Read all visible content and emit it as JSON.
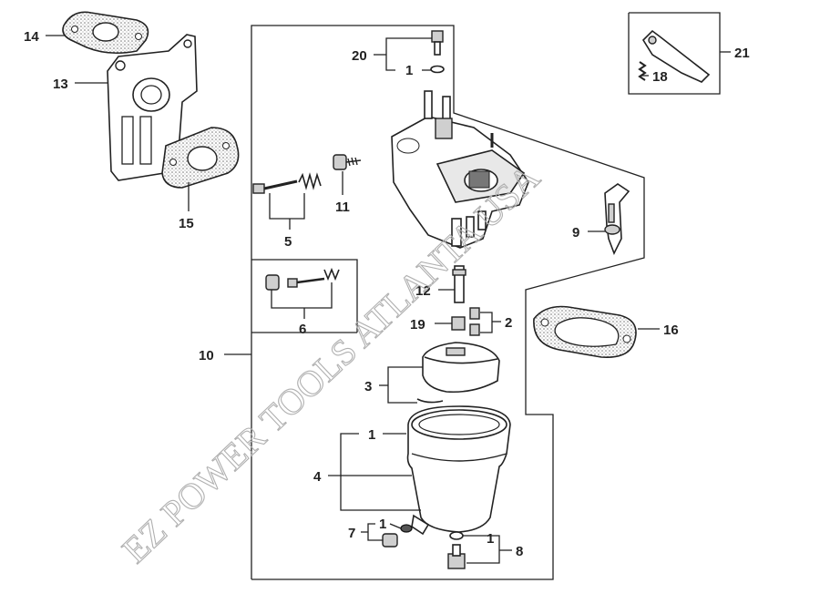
{
  "watermark": "EZ POWER TOOLS ATLANTA USA",
  "labels": {
    "p1a": "1",
    "p1b": "1",
    "p1c": "1",
    "p1d": "1",
    "p2": "2",
    "p3": "3",
    "p4": "4",
    "p5": "5",
    "p6": "6",
    "p7": "7",
    "p8": "8",
    "p9": "9",
    "p10": "10",
    "p11": "11",
    "p12": "12",
    "p13": "13",
    "p14": "14",
    "p15": "15",
    "p16": "16",
    "p18": "18",
    "p19": "19",
    "p20": "20",
    "p21": "21"
  }
}
